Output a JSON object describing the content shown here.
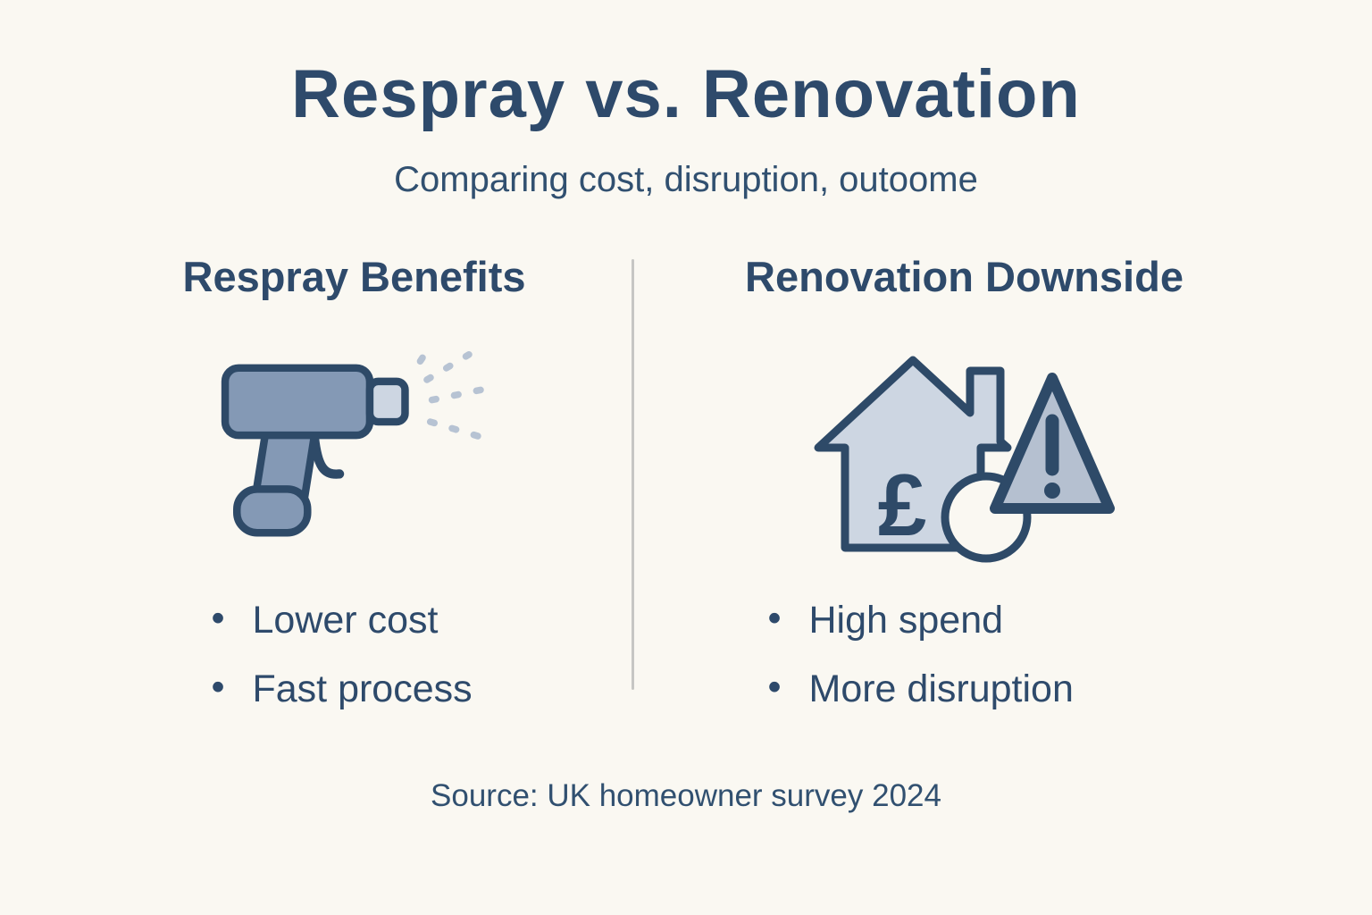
{
  "title": "Respray vs. Renovation",
  "subtitle": "Comparing cost, disruption, outoome",
  "columns": {
    "left": {
      "heading": "Respray Benefits",
      "icon": "spray-gun-icon",
      "bullets": [
        "Lower cost",
        "Fast process"
      ]
    },
    "right": {
      "heading": "Renovation Downside",
      "icon": "house-cost-warning-icon",
      "bullets": [
        "High spend",
        "More disruption"
      ]
    }
  },
  "icons": {
    "pound_symbol": "£",
    "warning_symbol": "exclamation-mark"
  },
  "source": "Source: UK homeowner survey 2024",
  "colors": {
    "background": "#faf8f2",
    "text": "#2e4a6b",
    "icon_fill": "#8499b5",
    "icon_light_fill": "#cdd6e2",
    "triangle_fill": "#b5c0d0",
    "droplet": "#b7c3d3",
    "divider": "#c6c6c4"
  }
}
